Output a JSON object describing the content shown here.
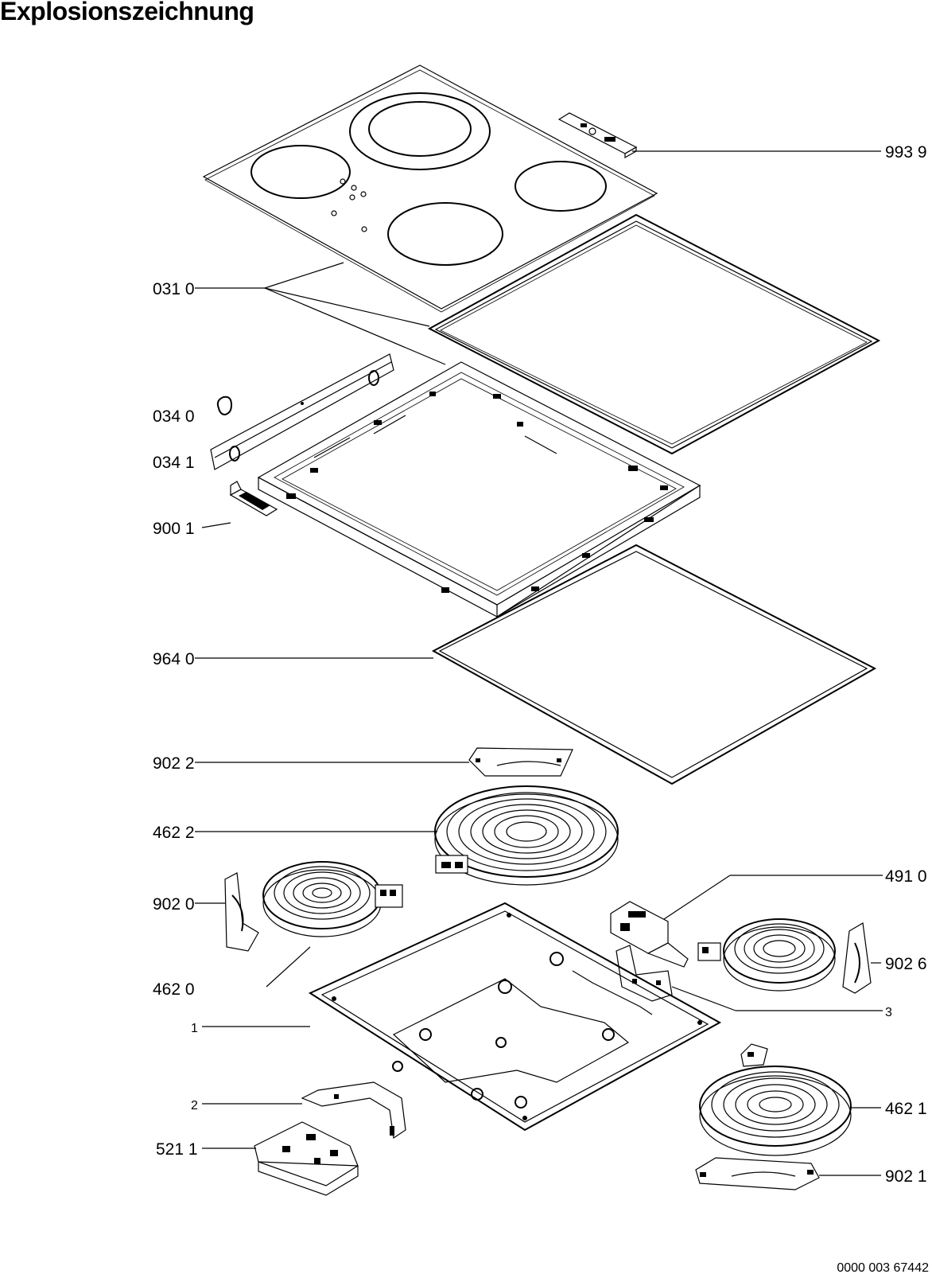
{
  "title": "Explosionszeichnung",
  "doc_number": "0000 003 67442",
  "labels": {
    "p9939": "993 9",
    "p0310": "031 0",
    "p0340": "034 0",
    "p0341": "034 1",
    "p9001": "900 1",
    "p9640": "964 0",
    "p9022": "902 2",
    "p4622": "462 2",
    "p4910": "491 0",
    "p9020": "902 0",
    "p9026": "902 6",
    "p4620": "462 0",
    "p3": "3",
    "p1": "1",
    "p2": "2",
    "p4621": "462 1",
    "p5211": "521 1",
    "p9021": "902 1"
  }
}
